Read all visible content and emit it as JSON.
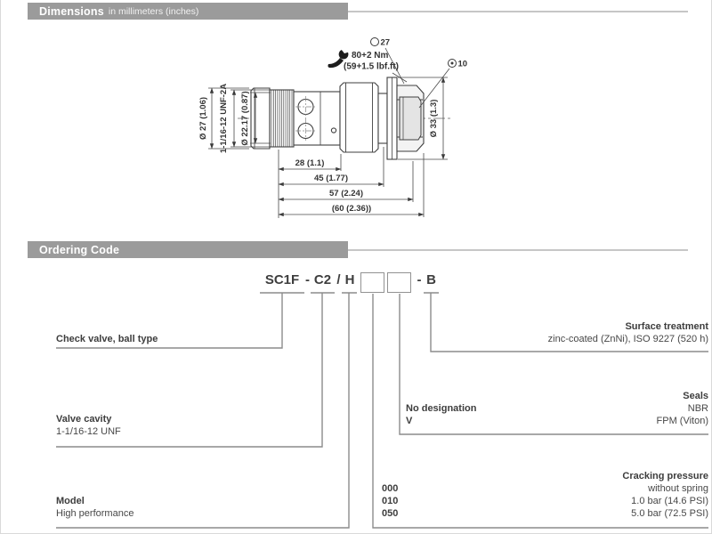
{
  "header": {
    "title": "Dimensions",
    "subtitle": "in millimeters (inches)"
  },
  "ordering_header": {
    "title": "Ordering Code"
  },
  "drawing": {
    "dim_dia27": "Ø 27 (1.06)",
    "dim_thread": "1-1/16-12 UNF-2A",
    "dim_dia2217": "Ø 22.17 (0.87)",
    "dim_dia33": "Ø 33 (1.3)",
    "dim_len28": "28 (1.1)",
    "dim_len45": "45 (1.77)",
    "dim_len57": "57 (2.24)",
    "dim_len60": "(60 (2.36))",
    "wrench_flats": "27",
    "socket_hex": "10",
    "torque_metric": "80+2 Nm",
    "torque_imperial": "(59+1.5 lbf.ft)"
  },
  "ordering": {
    "code": {
      "series": "SC1F",
      "sep1": "-",
      "cavity": "C2",
      "sep2": "/",
      "model": "H",
      "sep3": "-",
      "surface": "B"
    },
    "type": {
      "label": "Check valve, ball type"
    },
    "cavity": {
      "label": "Valve cavity",
      "value": "1-1/16-12 UNF"
    },
    "model": {
      "label": "Model",
      "value": "High performance"
    },
    "surface": {
      "label": "Surface treatment",
      "value": "zinc-coated (ZnNi), ISO 9227 (520 h)"
    },
    "seals": {
      "label": "Seals",
      "options": [
        {
          "code": "No designation",
          "value": "NBR"
        },
        {
          "code": "V",
          "value": "FPM (Viton)"
        }
      ]
    },
    "cracking": {
      "label": "Cracking pressure",
      "options": [
        {
          "code": "000",
          "value": "without spring"
        },
        {
          "code": "010",
          "value": "1.0 bar (14.6 PSI)"
        },
        {
          "code": "050",
          "value": "5.0 bar (72.5 PSI)"
        }
      ]
    }
  }
}
